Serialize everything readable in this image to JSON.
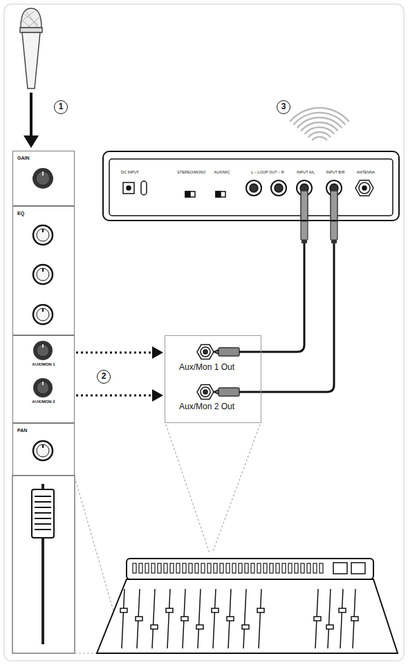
{
  "diagram": {
    "nodes": [
      {
        "text": [
          "GAIN"
        ]
      },
      {
        "text": [
          "EQ"
        ]
      },
      {
        "text": [
          "AUX/MON 1",
          "AUX/MON 2"
        ]
      },
      {
        "text": [
          "PAN"
        ]
      },
      {
        "text": [
          "Aux/Mon 1 Out",
          "Aux/Mon 2 Out"
        ]
      },
      {
        "text": [
          "DC INPUT",
          "STEREO/MONO",
          "AUX/MIC",
          "L – LOOP OUT – R",
          "INPUT A/L",
          "INPUT B/R",
          "ANTENNA"
        ]
      }
    ],
    "edges": [
      {
        "from": 2,
        "to": 4,
        "arrow": "to"
      },
      {
        "from": 2,
        "to": 4,
        "arrow": "to"
      },
      {
        "from": 4,
        "to": 5,
        "arrow": "none"
      },
      {
        "from": 4,
        "to": 5,
        "arrow": "none"
      }
    ],
    "labels": [
      "1",
      "2",
      "3"
    ]
  }
}
